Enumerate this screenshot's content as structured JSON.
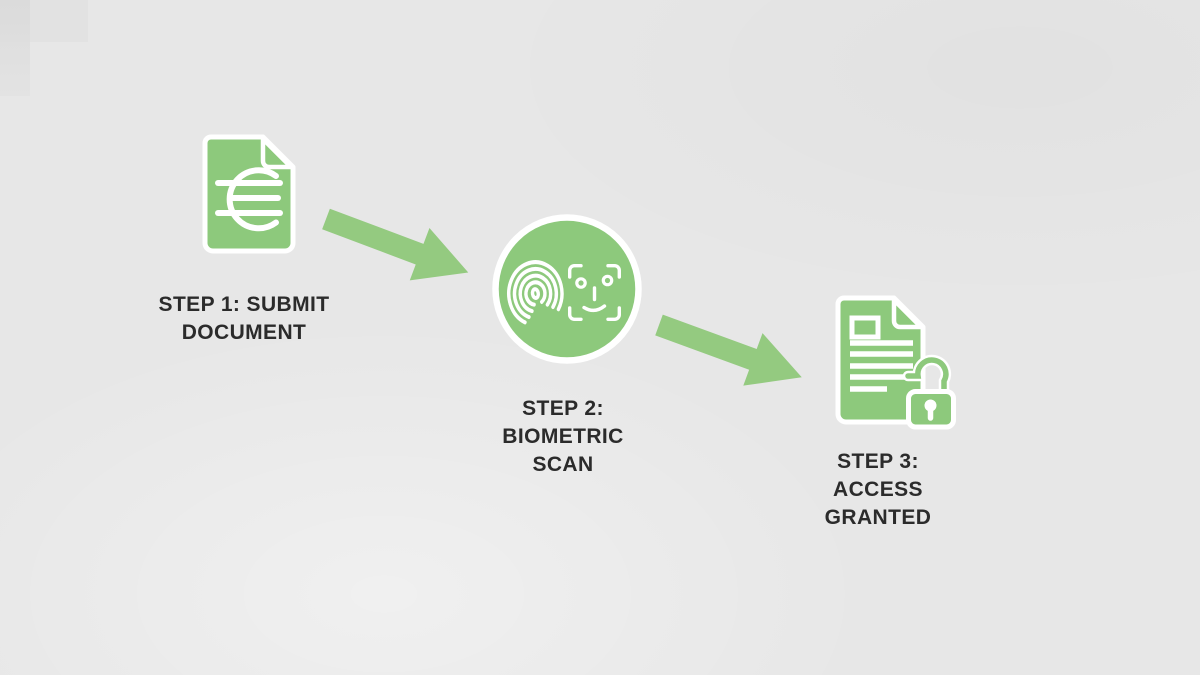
{
  "colors": {
    "background": "#e7e7e7",
    "icon_green": "#8dc97c",
    "arrow_green": "#94ca80",
    "icon_detail": "#ffffff",
    "text": "#2b2b2b"
  },
  "diagram": {
    "type": "process-flow",
    "step_count": 3
  },
  "steps": [
    {
      "id": "step-1",
      "icon": "euro-document-icon",
      "lines": [
        "STEP 1: SUBMIT",
        "DOCUMENT"
      ],
      "label": "STEP 1: SUBMIT DOCUMENT"
    },
    {
      "id": "step-2",
      "icon": "biometric-scan-icon",
      "lines": [
        "STEP 2:",
        "BIOMETRIC",
        "SCAN"
      ],
      "label": "STEP 2: BIOMETRIC SCAN"
    },
    {
      "id": "step-3",
      "icon": "unlocked-document-icon",
      "lines": [
        "STEP 3:",
        "ACCESS",
        "GRANTED"
      ],
      "label": "STEP 3: ACCESS GRANTED"
    }
  ],
  "arrows": [
    {
      "from": "step-1",
      "to": "step-2",
      "direction": "down-right"
    },
    {
      "from": "step-2",
      "to": "step-3",
      "direction": "down-right"
    }
  ]
}
